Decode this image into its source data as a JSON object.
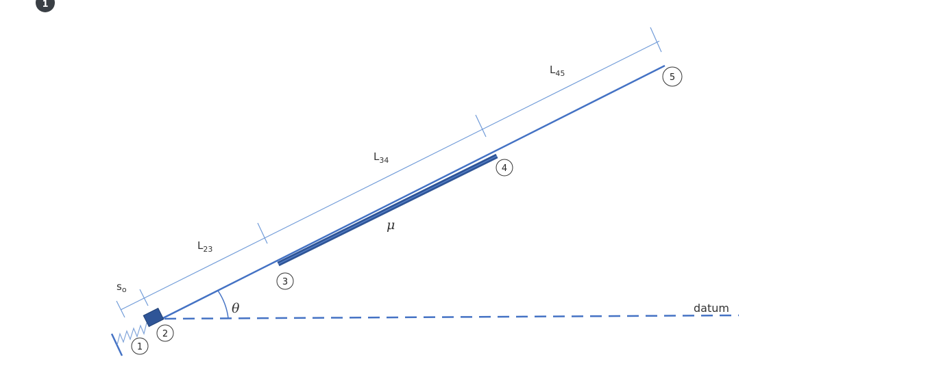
{
  "step_badge": "1",
  "labels": {
    "s0": {
      "main": "s",
      "sub": "o"
    },
    "L23": {
      "main": "L",
      "sub": "23"
    },
    "L34": {
      "main": "L",
      "sub": "34"
    },
    "L45": {
      "main": "L",
      "sub": "45"
    },
    "mu": "μ",
    "theta": "θ",
    "datum": "datum"
  },
  "nodes": [
    "1",
    "2",
    "3",
    "4",
    "5"
  ],
  "colors": {
    "line": "#4472c4",
    "dim_line": "#6f9ad8",
    "block": "#2f5597",
    "text": "#333333",
    "badge": "#3a3f45"
  }
}
